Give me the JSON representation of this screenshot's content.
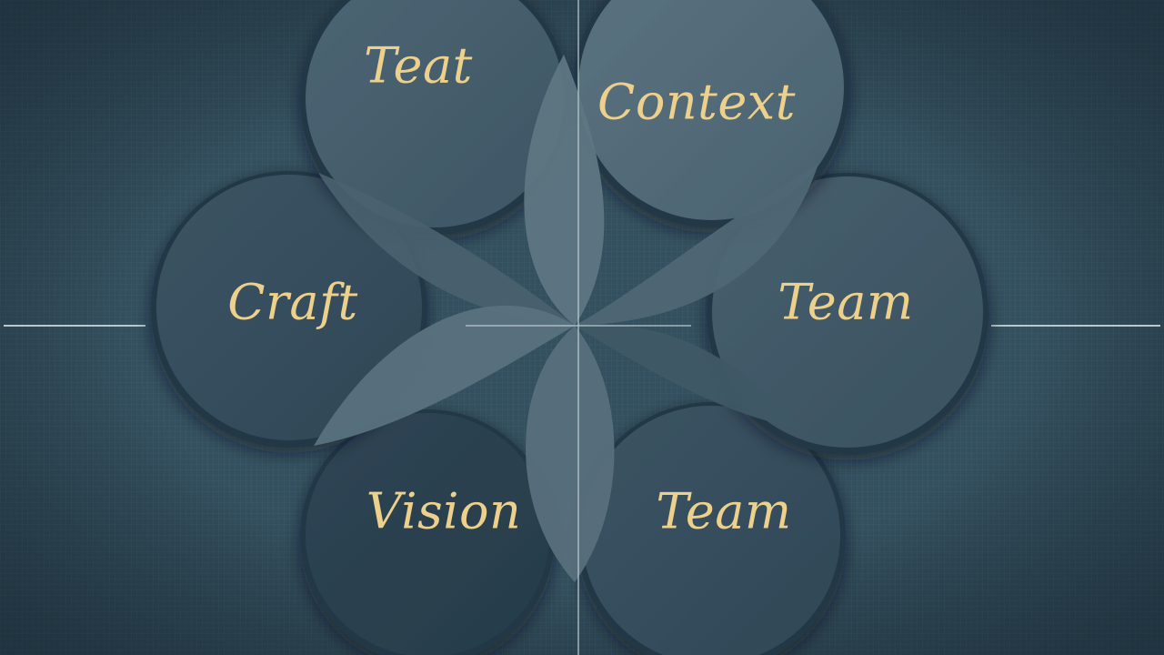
{
  "diagram": {
    "labels": {
      "top_left": "Teat",
      "top_right": "Context",
      "left": "Craft",
      "right": "Team",
      "bottom_left": "Vision",
      "bottom_right": "Team"
    }
  },
  "colors": {
    "background": "#34505f",
    "grid_line": "#3d5a69",
    "petal_dark": "#2c4352",
    "petal_mid": "#3b5564",
    "petal_light": "#59707d",
    "petal_rim": "#223846",
    "axis_line": "#b9c9cf",
    "label_gold": "#ecd08c"
  }
}
